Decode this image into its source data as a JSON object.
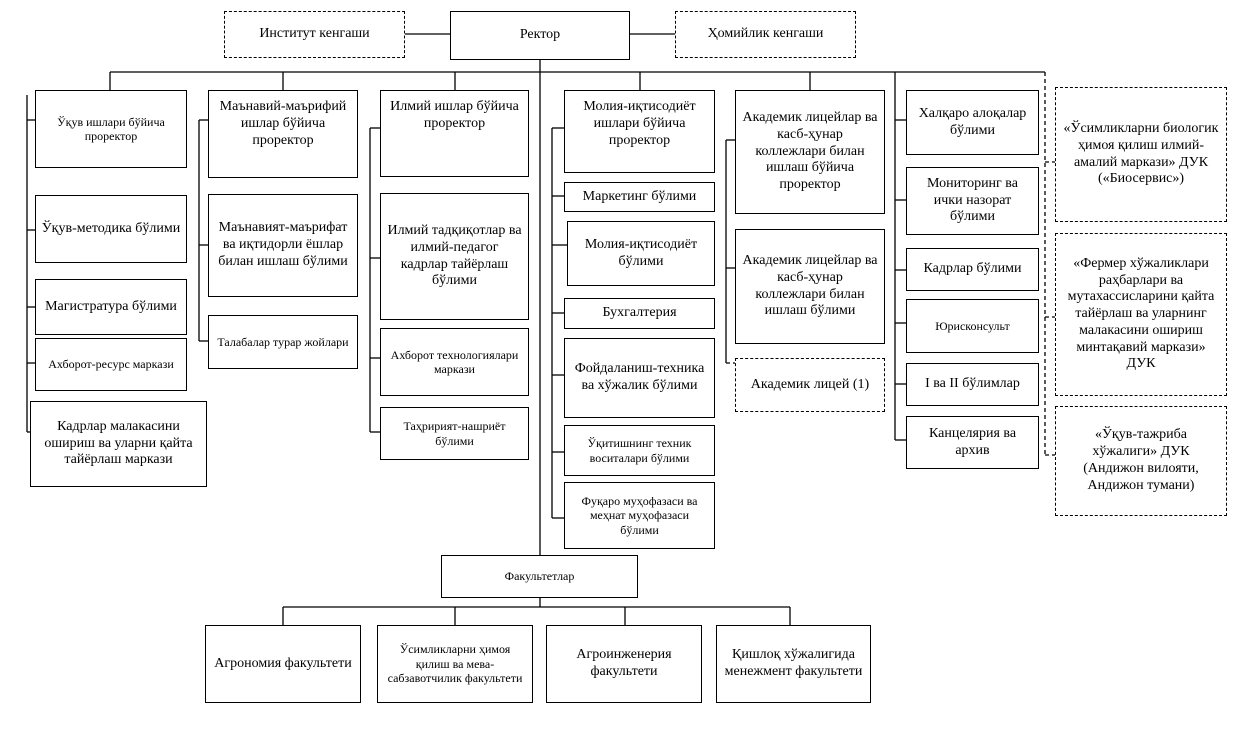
{
  "diagram": {
    "top": {
      "council": "Институт кенгаши",
      "rector": "Ректор",
      "sponsor": "Ҳомийлик кенгаши"
    },
    "col1": [
      "Ўқув ишлари бўйича проректор",
      "Ўқув-методика бўлими",
      "Магистратура бўлими",
      "Ахборот-ресурс маркази",
      "Кадрлар малакасини ошириш ва уларни қайта тайёрлаш маркази"
    ],
    "col2": [
      "Маънавий-маърифий ишлар бўйича проректор",
      "Маънавият-маърифат ва иқтидорли ёшлар билан ишлаш бўлими",
      "Талабалар турар жойлари"
    ],
    "col3": [
      "Илмий ишлар бўйича проректор",
      "Илмий тадқиқотлар ва илмий-педагог кадрлар тайёрлаш бўлими",
      "Ахборот технологиялари маркази",
      "Таҳририят-нашриёт бўлими"
    ],
    "col4": [
      "Молия-иқтисодиёт ишлари бўйича проректор",
      "Маркетинг бўлими",
      "Молия-иқтисодиёт бўлими",
      "Бухгалтерия",
      "Фойдаланиш-техника ва хўжалик бўлими",
      "Ўқитишнинг техник воситалари бўлими",
      "Фуқаро муҳофазаси ва меҳнат муҳофазаси бўлими"
    ],
    "col5": [
      "Академик лицейлар ва касб-ҳунар коллежлари билан ишлаш бўйича проректор",
      "Академик лицейлар ва касб-ҳунар коллежлари билан ишлаш бўлими",
      "Академик лицей (1)"
    ],
    "col6": [
      "Халқаро алоқалар бўлими",
      "Мониторинг ва ички назорат бўлими",
      "Кадрлар бўлими",
      "Юрисконсульт",
      "I ва II бўлимлар",
      "Канцелярия ва архив"
    ],
    "col7": [
      "«Ўсимликларни биологик ҳимоя қилиш илмий-амалий маркази» ДУК («Биосервис»)",
      "«Фермер хўжаликлари раҳбарлари ва мутахассисларини қайта тайёрлаш ва уларнинг малакасини ошириш минтақавий маркази» ДУК",
      "«Ўқув-тажриба хўжалиги» ДУК (Андижон вилояти, Андижон тумани)"
    ],
    "faculties": {
      "title": "Факультетлар",
      "items": [
        "Агрономия факультети",
        "Ўсимликларни ҳимоя қилиш ва мева-сабзавотчилик факультети",
        "Агроинженерия факультети",
        "Қишлоқ хўжалигида менежмент факультети"
      ]
    }
  }
}
